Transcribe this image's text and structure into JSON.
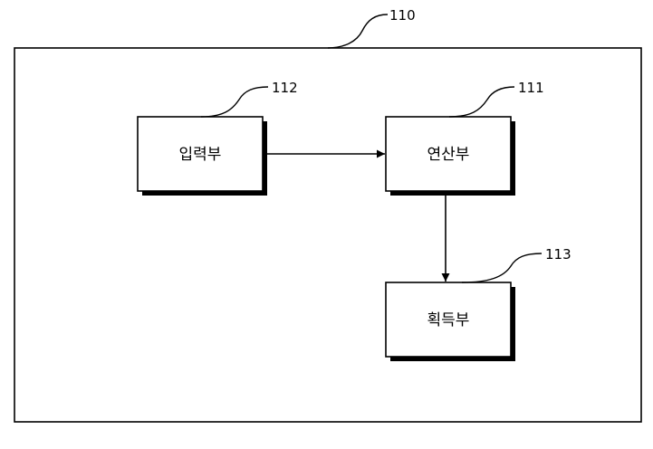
{
  "outer_frame": {
    "ref": "110"
  },
  "blocks": {
    "input": {
      "label": "입력부",
      "ref": "112"
    },
    "compute": {
      "label": "연산부",
      "ref": "111"
    },
    "acquire": {
      "label": "획득부",
      "ref": "113"
    }
  },
  "connections": [
    {
      "from": "입력부",
      "to": "연산부"
    },
    {
      "from": "연산부",
      "to": "획득부"
    }
  ]
}
